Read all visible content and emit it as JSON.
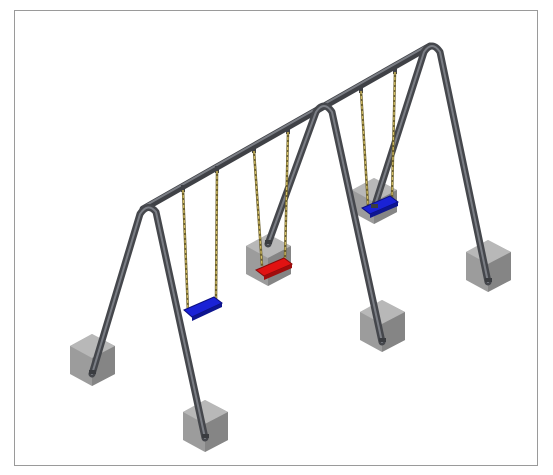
{
  "scene": {
    "subject": "swing-set-3d-render",
    "colors": {
      "frame_tube": "#4b4d52",
      "frame_highlight": "#7b7e85",
      "chain": "#c8b25a",
      "chain_shadow": "#6b5f2c",
      "seat_blue": "#1a22d6",
      "seat_red": "#e11212",
      "anchor_block": "#9b9b9b",
      "anchor_block_dark": "#7f7f7f",
      "anchor_block_light": "#b8b8b8",
      "border": "#9a9a9a"
    },
    "swings": [
      {
        "seat": "blue"
      },
      {
        "seat": "red"
      },
      {
        "seat": "blue"
      }
    ],
    "anchors": [
      "front-left",
      "back-left-middle",
      "front-middle",
      "back-right",
      "front-right",
      "center-rear"
    ]
  }
}
